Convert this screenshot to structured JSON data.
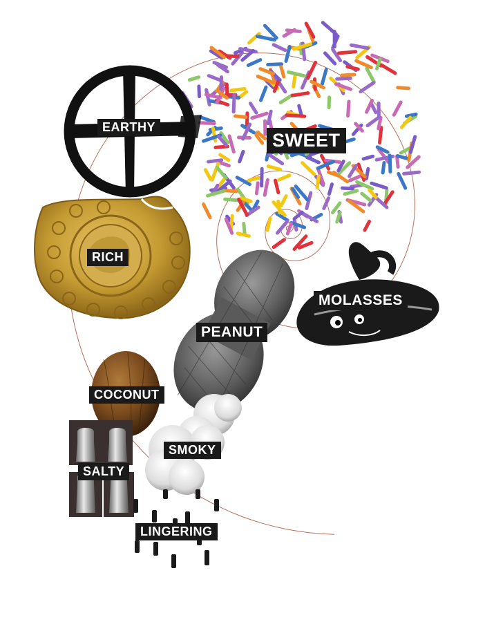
{
  "labels": {
    "sweet": "SWEET",
    "earthy": "EARTHY",
    "rich": "RICH",
    "molasses": "MOLASSES",
    "peanut": "PEANUT",
    "coconut": "COCONUT",
    "smoky": "SMOKY",
    "salty": "SALTY",
    "lingering": "LINGERING"
  },
  "colors": {
    "spiral": "#b5705a",
    "label_bg": "#1a1a1a",
    "label_text": "#ffffff",
    "gold": "#c9a23a",
    "sprinkles": [
      "#e0323a",
      "#f2c811",
      "#7a5cc8",
      "#3c78c8",
      "#8cc86a",
      "#f08a2a",
      "#c86ab4",
      "#9a6ac8"
    ]
  },
  "icons": {
    "earthy": "cross-in-circle-icon",
    "rich": "gold-coin-icon",
    "sweet": "sprinkles-icon",
    "molasses": "molasses-creature-icon",
    "peanut": "peanut-icon",
    "coconut": "coconut-icon",
    "smoky": "smoke-cloud-icon",
    "salty": "salt-shakers-icon",
    "lingering": "figures-icon"
  }
}
